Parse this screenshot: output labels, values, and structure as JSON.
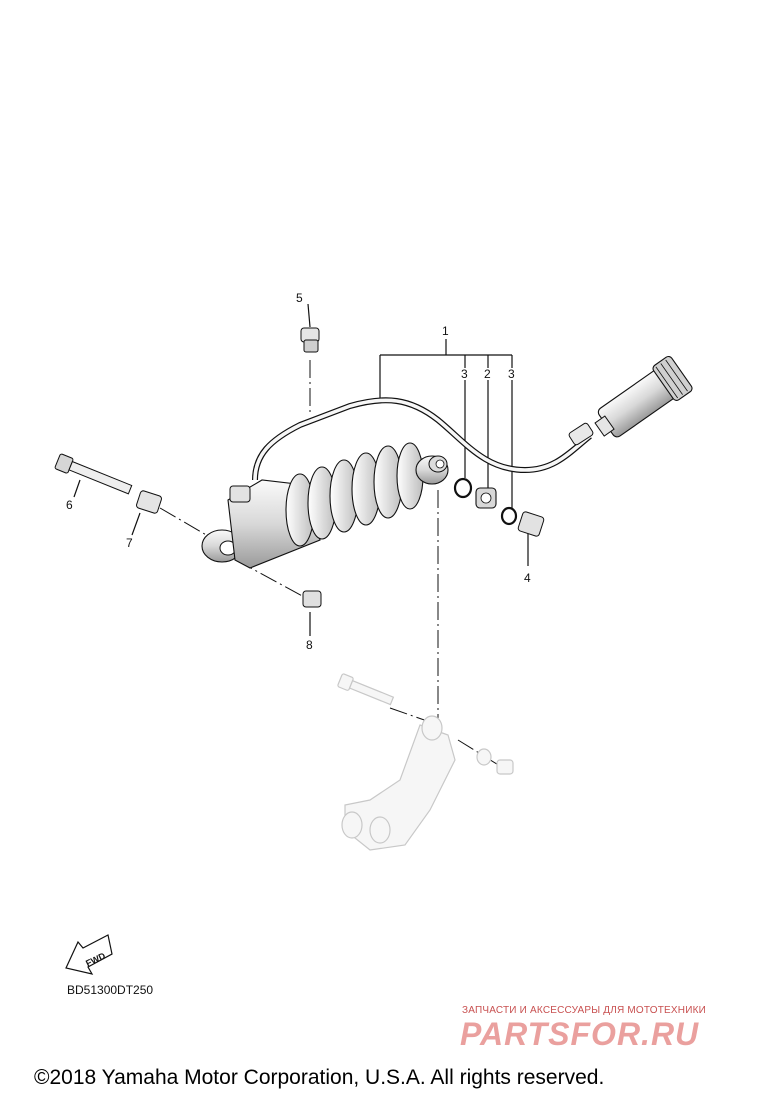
{
  "callouts": {
    "c1": "1",
    "c2": "2",
    "c3a": "3",
    "c3b": "3",
    "c4": "4",
    "c5": "5",
    "c6": "6",
    "c7": "7",
    "c8": "8"
  },
  "fwd_label": "FWD",
  "diagram_code": "BD51300DT250",
  "watermark": {
    "tagline": "ЗАПЧАСТИ И АКСЕССУАРЫ ДЛЯ МОТОТЕХНИКИ",
    "logo": "PARTSFOR.RU"
  },
  "copyright": "©2018 Yamaha Motor Corporation, U.S.A. All rights reserved.",
  "colors": {
    "line": "#111111",
    "part_fill": "#f2f2f2",
    "faded_fill": "#f6f6f6",
    "faded_stroke": "#c8c8c8",
    "watermark": "#d9534f",
    "watermark_text": "#c85050"
  }
}
